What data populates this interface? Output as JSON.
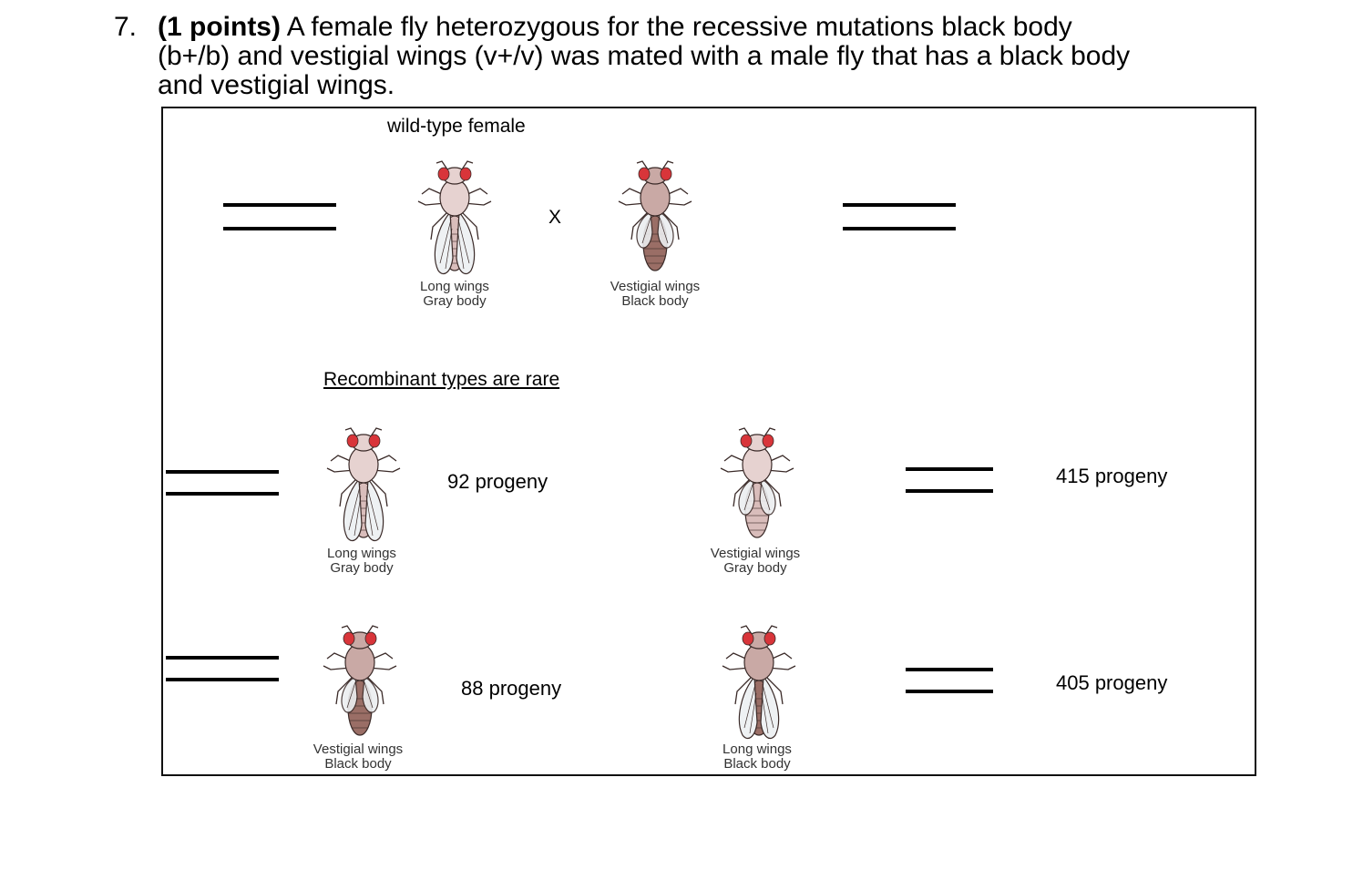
{
  "question": {
    "number": "7.",
    "points": "(1 points)",
    "line1": "A female fly heterozygous for the recessive mutations black body",
    "line2": "(b+/b) and vestigial wings (v+/v)  was mated with a male fly that has a black body",
    "line3": "and vestigial wings."
  },
  "figure": {
    "female_heading": "wild-type female",
    "cross_symbol": "X",
    "recombinant_heading": "Recombinant types are rare",
    "parents": [
      {
        "caption1": "Long wings",
        "caption2": "Gray body",
        "wings": "long",
        "body": "gray"
      },
      {
        "caption1": "Vestigial wings",
        "caption2": "Black body",
        "wings": "vestigial",
        "body": "black"
      }
    ],
    "progeny": [
      {
        "caption1": "Long wings",
        "caption2": "Gray body",
        "count": "92 progeny",
        "wings": "long",
        "body": "gray"
      },
      {
        "caption1": "Vestigial wings",
        "caption2": "Gray body",
        "count": "415 progeny",
        "wings": "vestigial",
        "body": "gray"
      },
      {
        "caption1": "Vestigial wings",
        "caption2": "Black body",
        "count": "88 progeny",
        "wings": "vestigial",
        "body": "black"
      },
      {
        "caption1": "Long wings",
        "caption2": "Black body",
        "count": "405 progeny",
        "wings": "long",
        "body": "black"
      }
    ],
    "colors": {
      "eye": "#d8353a",
      "gray_body": "#d9bdbb",
      "black_body": "#9a6e66",
      "outline": "#3a2a28"
    }
  }
}
